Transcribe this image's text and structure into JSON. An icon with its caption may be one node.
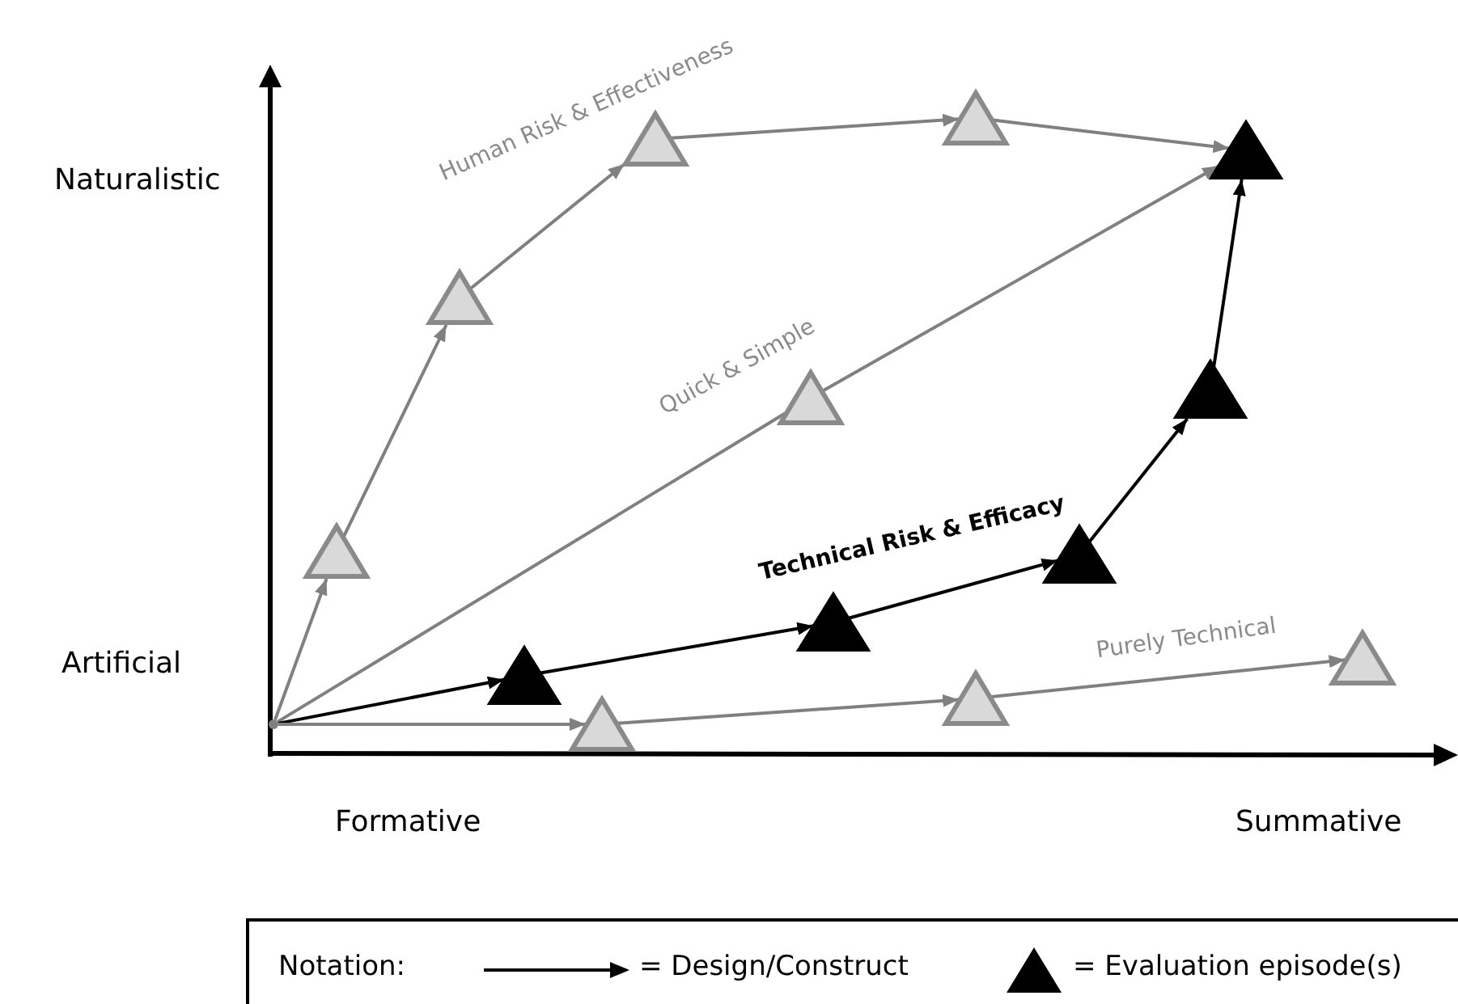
{
  "diagram": {
    "nodes": [
      {
        "text": [],
        "shape": "triangle"
      },
      {
        "text": [],
        "shape": "triangle"
      },
      {
        "text": [],
        "shape": "triangle"
      },
      {
        "text": [],
        "shape": "triangle"
      },
      {
        "text": [],
        "shape": "triangle"
      },
      {
        "text": [],
        "shape": "triangle"
      },
      {
        "text": [],
        "shape": "triangle"
      },
      {
        "text": [],
        "shape": "triangle"
      },
      {
        "text": [],
        "shape": "triangle"
      },
      {
        "text": [],
        "shape": "triangle"
      },
      {
        "text": [],
        "shape": "triangle"
      },
      {
        "text": [],
        "shape": "triangle"
      },
      {
        "text": [],
        "shape": "triangle"
      },
      {
        "text": [],
        "shape": "point"
      }
    ],
    "edges": [
      {
        "from": 13,
        "to": 0,
        "arrow": "to"
      },
      {
        "from": 0,
        "to": 1,
        "arrow": "to"
      },
      {
        "from": 1,
        "to": 2,
        "arrow": "to",
        "label": "Human Risk & Effectiveness"
      },
      {
        "from": 2,
        "to": 3,
        "arrow": "to"
      },
      {
        "from": 3,
        "to": 4,
        "arrow": "to"
      },
      {
        "from": 13,
        "to": 5,
        "arrow": "none",
        "label": "Quick & Simple"
      },
      {
        "from": 5,
        "to": 4,
        "arrow": "to"
      },
      {
        "from": 13,
        "to": 6,
        "arrow": "to",
        "color": "#000000"
      },
      {
        "from": 6,
        "to": 7,
        "arrow": "to",
        "color": "#000000"
      },
      {
        "from": 7,
        "to": 8,
        "arrow": "to",
        "color": "#000000",
        "label": "Technical Risk & Efficacy"
      },
      {
        "from": 8,
        "to": 9,
        "arrow": "to",
        "color": "#000000"
      },
      {
        "from": 9,
        "to": 4,
        "arrow": "to",
        "color": "#000000"
      },
      {
        "from": 13,
        "to": 10,
        "arrow": "to"
      },
      {
        "from": 10,
        "to": 11,
        "arrow": "to"
      },
      {
        "from": 11,
        "to": 12,
        "arrow": "to",
        "label": "Purely Technical"
      }
    ],
    "labels": [
      "Naturalistic",
      "Artificial",
      "Formative",
      "Summative",
      "Notation:"
    ],
    "legend": [
      {
        "text": "= Design/Construct"
      },
      {
        "text": "= Evaluation episode(s)"
      }
    ]
  }
}
